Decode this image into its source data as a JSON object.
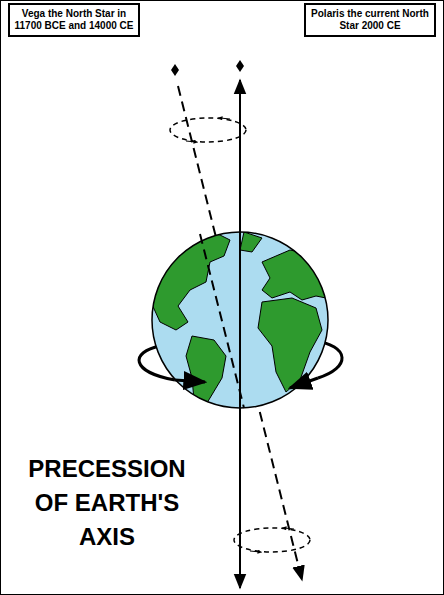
{
  "diagram": {
    "title": "PRECESSION OF EARTH'S AXIS",
    "nodes": [
      {
        "text": [
          "Vega the North Star in 11700 BCE and 14000 CE"
        ]
      },
      {
        "text": [
          "Polaris the current North Star 2000 CE"
        ]
      }
    ]
  }
}
